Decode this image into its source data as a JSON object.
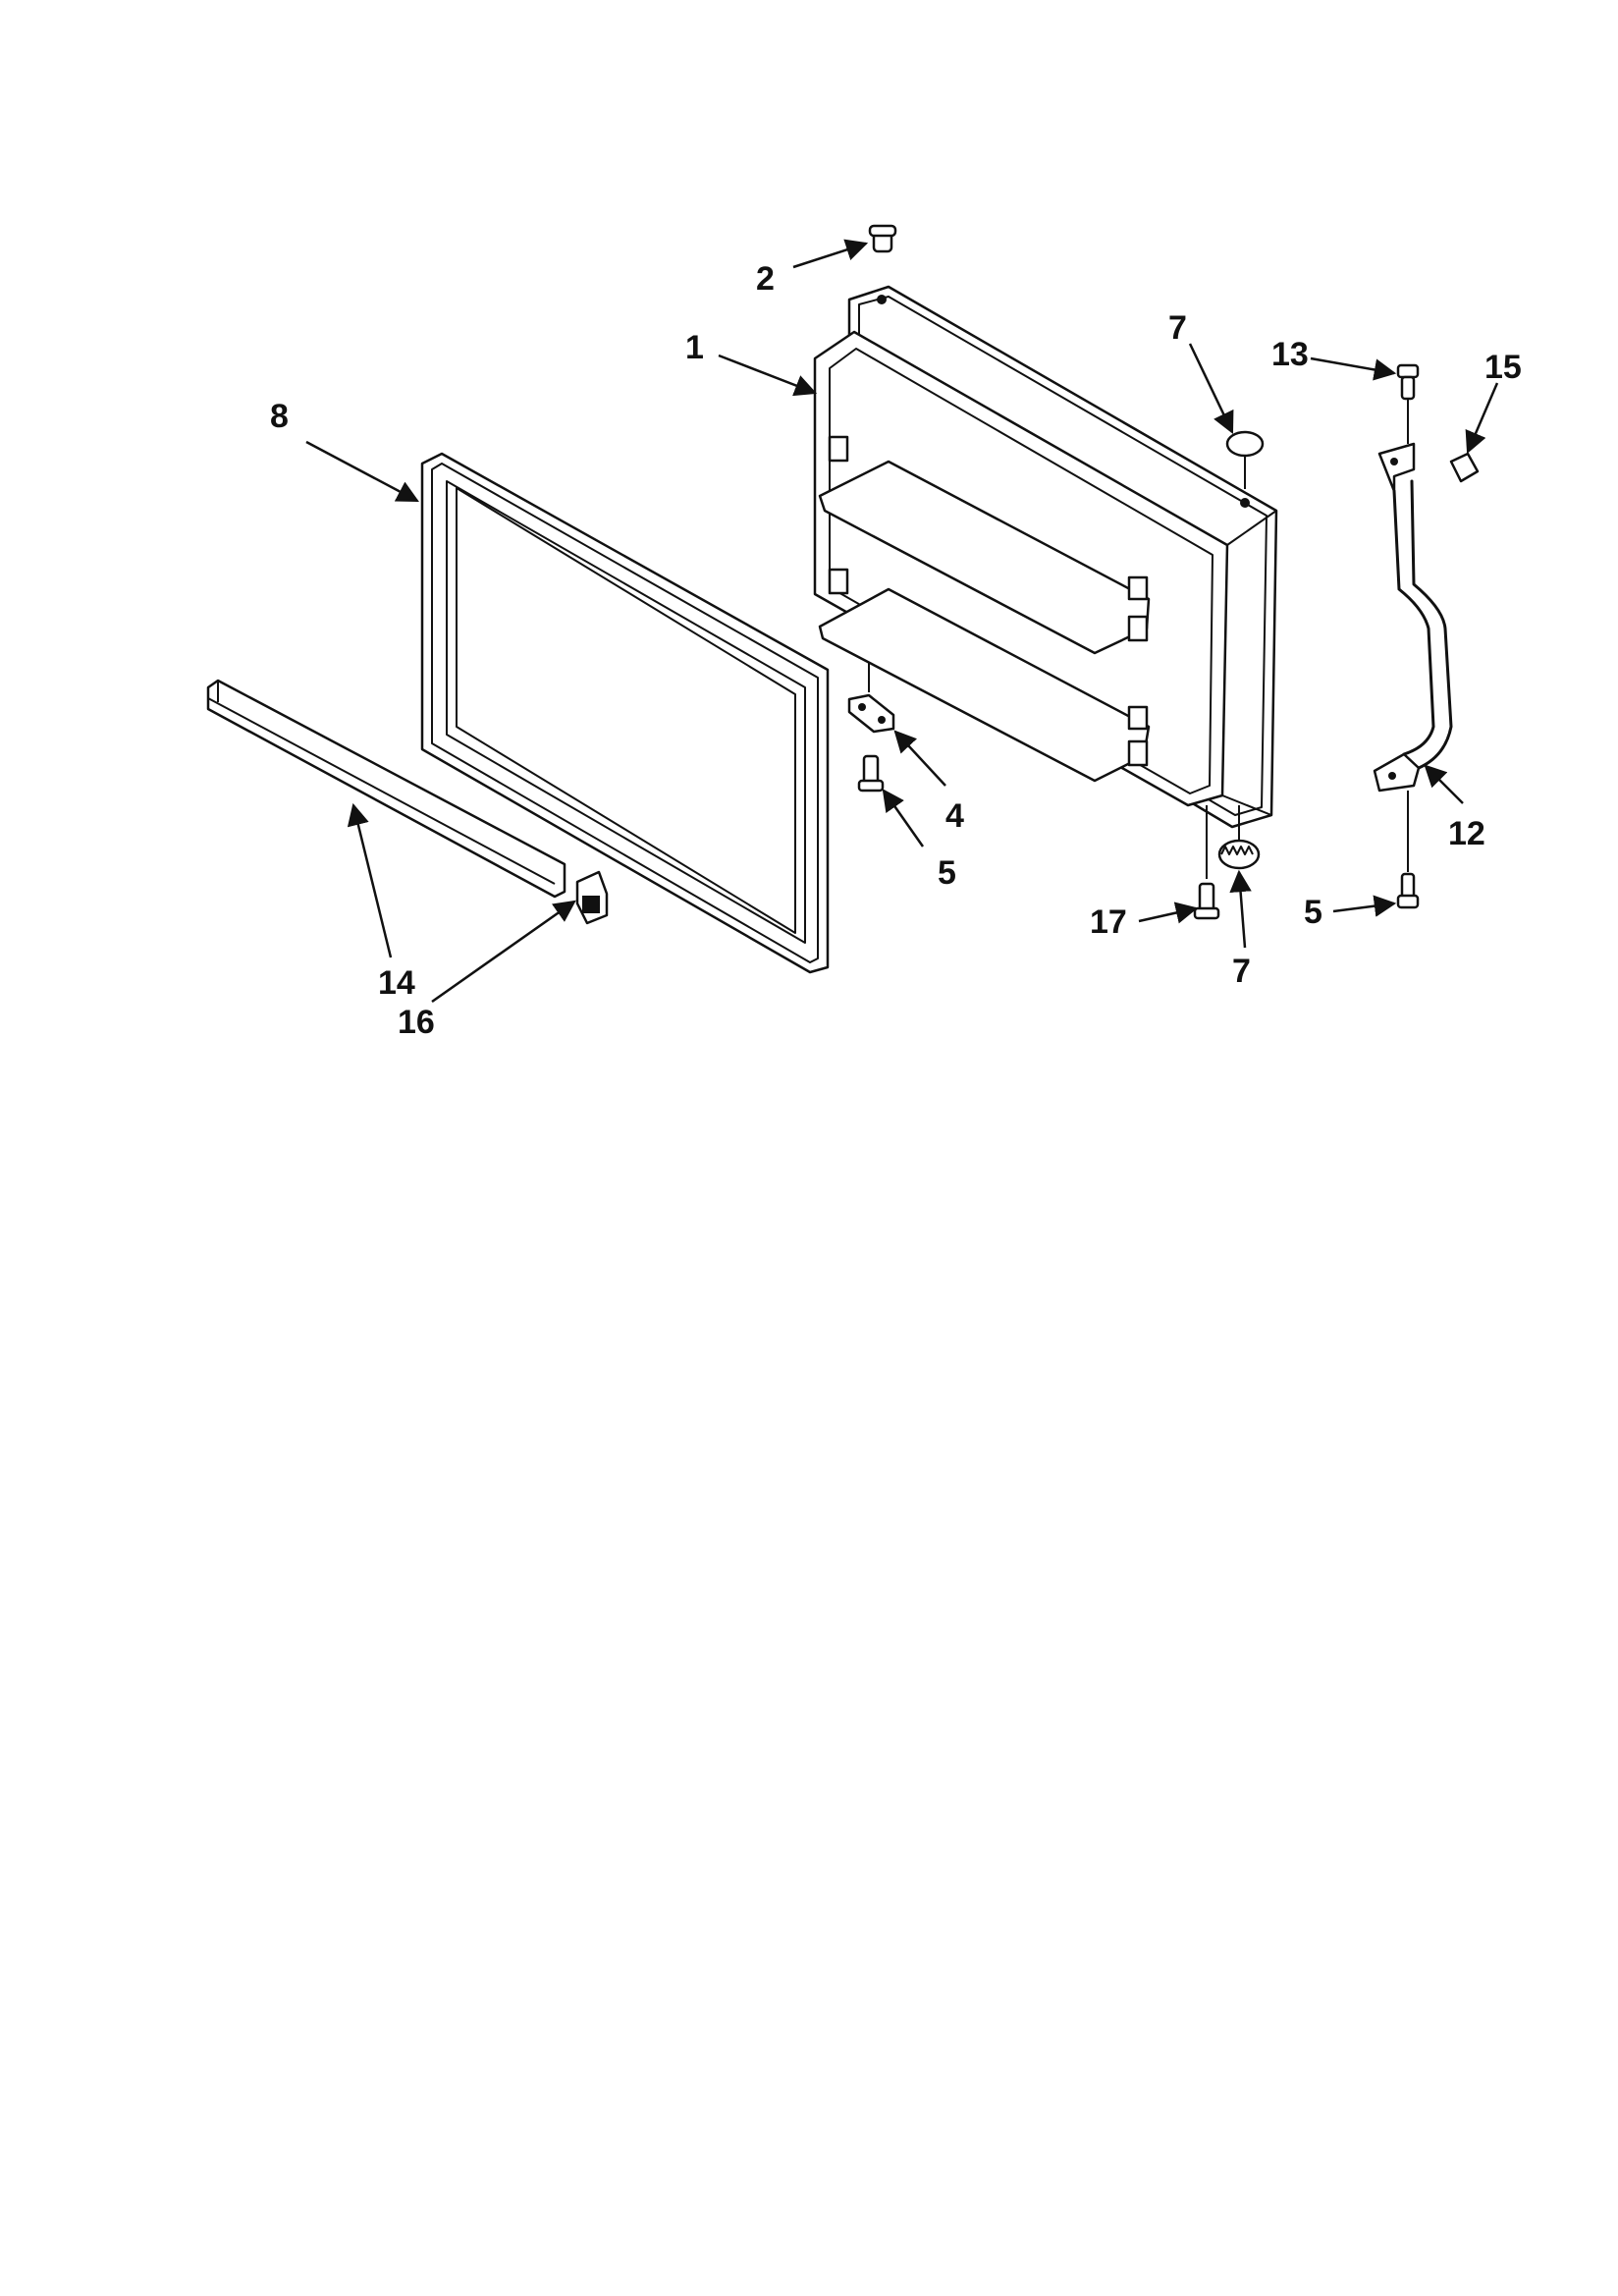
{
  "diagram": {
    "callouts": [
      {
        "id": "c1",
        "number": "1"
      },
      {
        "id": "c2",
        "number": "2"
      },
      {
        "id": "c4",
        "number": "4"
      },
      {
        "id": "c5a",
        "number": "5"
      },
      {
        "id": "c5b",
        "number": "5"
      },
      {
        "id": "c7a",
        "number": "7"
      },
      {
        "id": "c7b",
        "number": "7"
      },
      {
        "id": "c8",
        "number": "8"
      },
      {
        "id": "c12",
        "number": "12"
      },
      {
        "id": "c13",
        "number": "13"
      },
      {
        "id": "c14",
        "number": "14"
      },
      {
        "id": "c15",
        "number": "15"
      },
      {
        "id": "c16",
        "number": "16"
      },
      {
        "id": "c17",
        "number": "17"
      }
    ]
  }
}
